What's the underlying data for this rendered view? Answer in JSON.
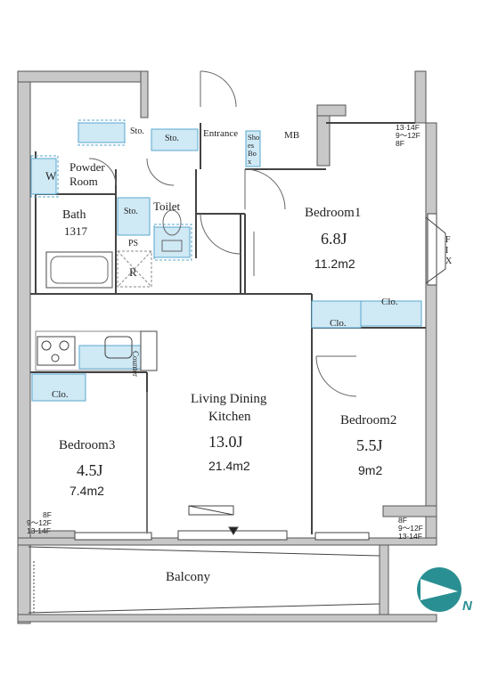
{
  "labels": {
    "entrance": "Entrance",
    "shoes_box": "Shoes Box",
    "mb": "MB",
    "sto_1": "Sto.",
    "sto_2": "Sto.",
    "sto_3": "Sto.",
    "powder_room": "Powder\nRoom",
    "w": "W",
    "toilet": "Toilet",
    "bath": "Bath",
    "bath_size": "1317",
    "ps": "PS",
    "r": "R",
    "counter": "Counter",
    "clo_bedroom3": "Clo.",
    "clo_bedroom1": "Clo.",
    "clo_bedroom2": "Clo.",
    "fix": "FIX",
    "balcony": "Balcony",
    "compass_north": "N"
  },
  "rooms": {
    "bedroom1": {
      "name": "Bedroom1",
      "jo": "6.8J",
      "area": "11.2m2"
    },
    "ldk": {
      "name_line1": "Living Dining",
      "name_line2": "Kitchen",
      "jo": "13.0J",
      "area": "21.4m2"
    },
    "bedroom2": {
      "name": "Bedroom2",
      "jo": "5.5J",
      "area": "9m2"
    },
    "bedroom3": {
      "name": "Bedroom3",
      "jo": "4.5J",
      "area": "7.4m2"
    }
  },
  "floor_notes": {
    "top_right": [
      "13·14F",
      "9～12F",
      "8F"
    ],
    "bottom_left": [
      "8F",
      "9～12F",
      "13·14F"
    ],
    "bottom_right": [
      "8F",
      "9～12F",
      "13·14F"
    ]
  },
  "colors": {
    "wall": "#bdbdbd",
    "wall_stroke": "#555555",
    "fixture_fill": "#cfe9f5",
    "fixture_stroke": "#5aa7cf",
    "compass": "#2a8f92"
  }
}
